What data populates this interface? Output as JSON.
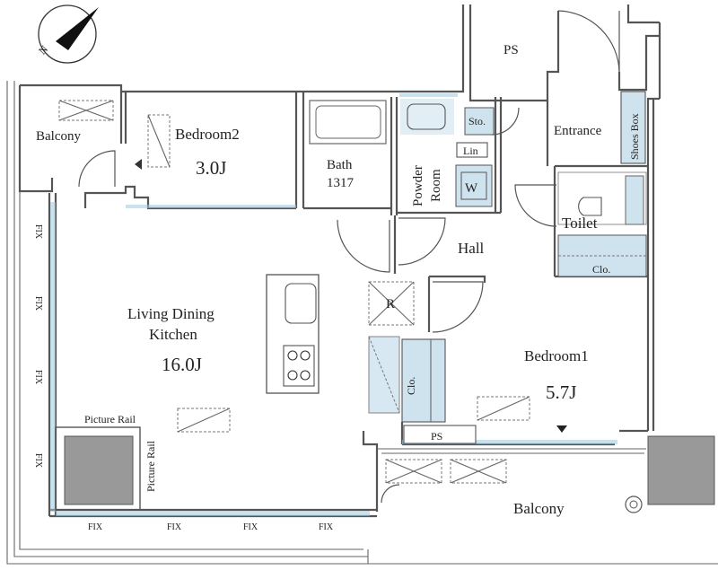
{
  "compass": {
    "north_label": "N"
  },
  "rooms": {
    "balcony_top": "Balcony",
    "bedroom2": {
      "name": "Bedroom2",
      "area": "3.0J"
    },
    "bath": {
      "name": "Bath",
      "size": "1317"
    },
    "powder_room_line1": "Powder",
    "powder_room_line2": "Room",
    "sto": "Sto.",
    "lin": "Lin",
    "washer": "W",
    "ps_top": "PS",
    "entrance": "Entrance",
    "shoes_box": "Shoes Box",
    "toilet": "Toilet",
    "clo_toilet": "Clo.",
    "hall": "Hall",
    "ldk": {
      "line1": "Living Dining",
      "line2": "Kitchen",
      "area": "16.0J"
    },
    "refrigerator": "R",
    "clo_bed1": "Clo.",
    "bedroom1": {
      "name": "Bedroom1",
      "area": "5.7J"
    },
    "ps_bottom": "PS",
    "picture_rail_h": "Picture Rail",
    "picture_rail_v": "Picture Rail",
    "balcony_bottom": "Balcony"
  },
  "fix_labels": {
    "left": [
      "FIX",
      "FIX",
      "FIX",
      "FIX"
    ],
    "bottom": [
      "FIX",
      "FIX",
      "FIX",
      "FIX"
    ]
  }
}
